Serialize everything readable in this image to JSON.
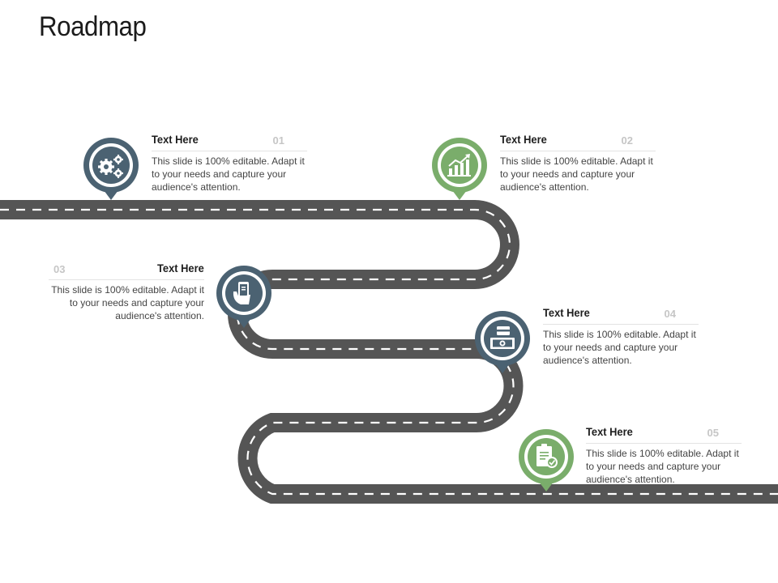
{
  "page": {
    "title": "Roadmap"
  },
  "colors": {
    "road": "#555555",
    "dash": "#ffffff",
    "slate": "#4b6272",
    "green": "#7aad6b"
  },
  "milestones": [
    {
      "number": "01",
      "title": "Text Here",
      "text": "This slide is 100% editable. Adapt it to your needs and capture your audience's attention.",
      "icon": "gears-icon",
      "color": "slate"
    },
    {
      "number": "02",
      "title": "Text Here",
      "text": "This slide is 100% editable. Adapt it to your needs and capture your audience's attention.",
      "icon": "growth-chart-icon",
      "color": "green"
    },
    {
      "number": "03",
      "title": "Text Here",
      "text": "This slide is 100% editable. Adapt it to your needs and capture your audience's attention.",
      "icon": "mobile-hand-icon",
      "color": "slate"
    },
    {
      "number": "04",
      "title": "Text Here",
      "text": "This slide is 100% editable. Adapt it to your needs and capture your audience's attention.",
      "icon": "wallet-cash-icon",
      "color": "slate"
    },
    {
      "number": "05",
      "title": "Text Here",
      "text": "This slide is 100% editable. Adapt it to your needs and capture your audience's attention.",
      "icon": "clipboard-check-icon",
      "color": "green"
    }
  ]
}
